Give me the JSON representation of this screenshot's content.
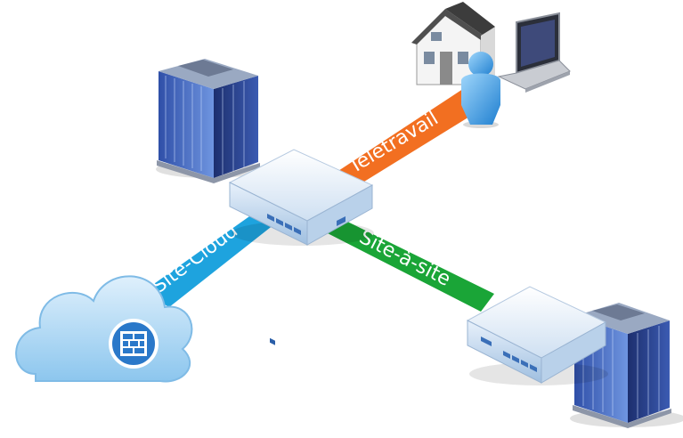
{
  "labels": {
    "teletravail": "Télétravail",
    "site_a_site": "Site-à-site",
    "site_cloud": "Site-Cloud"
  },
  "colors": {
    "teletravail_band": "#f26f21",
    "site_a_site_band": "#1aa537",
    "site_cloud_band": "#1ea3de",
    "building": "#5a7fd0",
    "appliance": "#dce9f6",
    "cloud": "#a9d6f3",
    "user": "#3fa4e6"
  },
  "icons": [
    "office-building-icon",
    "firewall-appliance-icon",
    "house-icon",
    "laptop-icon",
    "user-icon",
    "cloud-icon",
    "cloud-firewall-badge-icon"
  ]
}
